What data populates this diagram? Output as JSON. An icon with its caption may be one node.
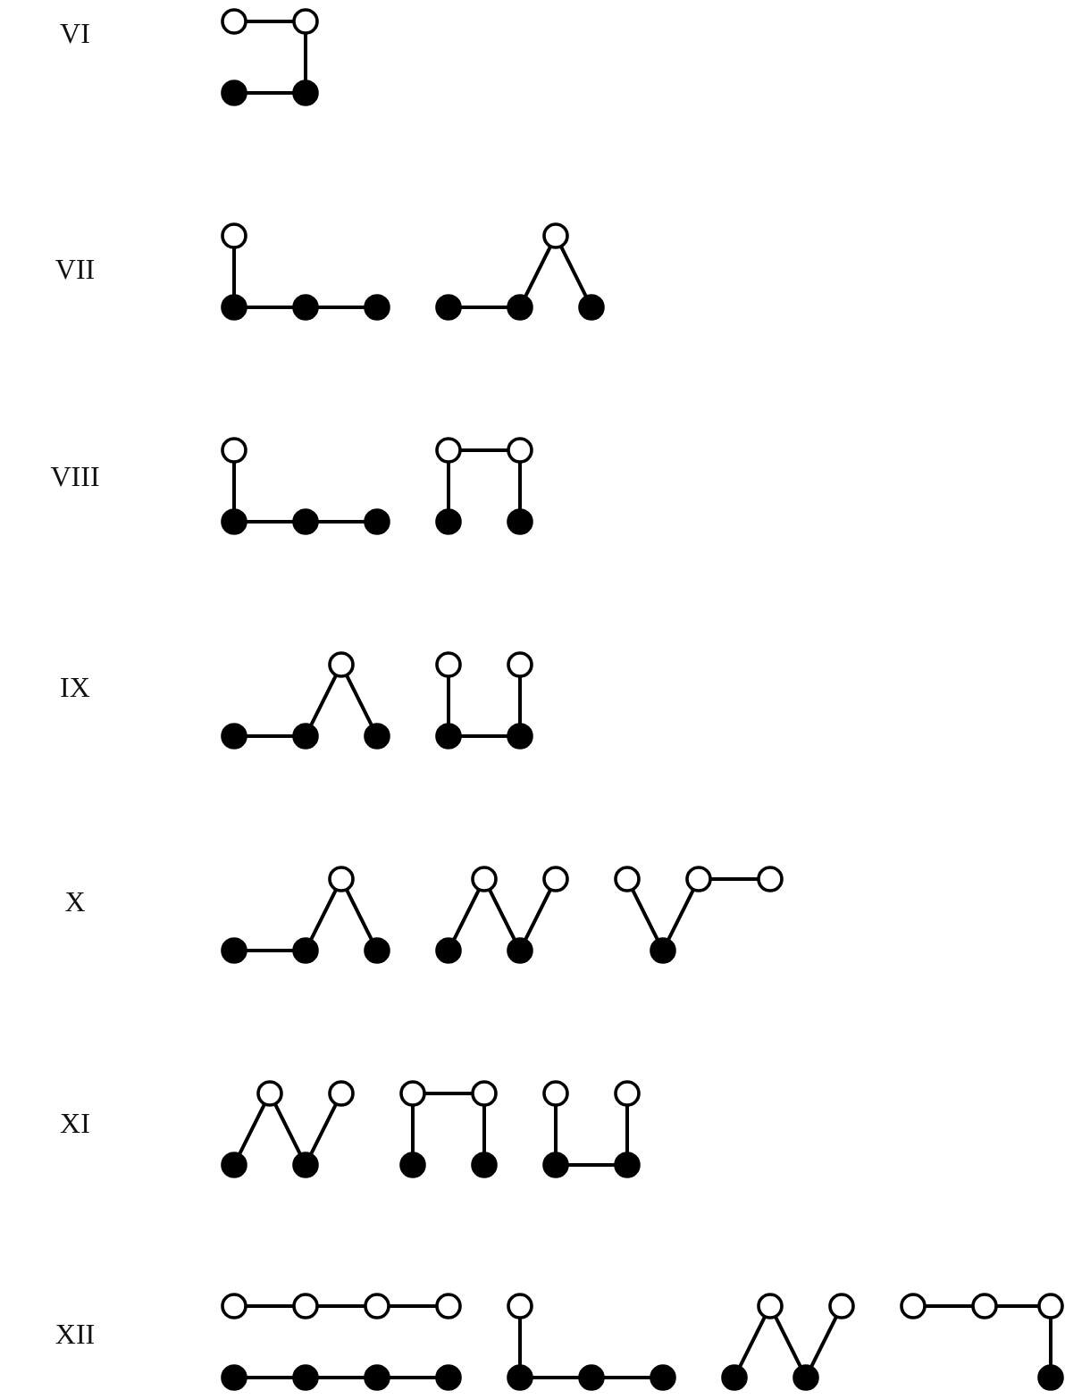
{
  "diagram": {
    "nodes": [
      {
        "text": [],
        "shape": "circle"
      },
      {
        "text": [],
        "shape": "circle"
      },
      {
        "text": [],
        "shape": "dot"
      },
      {
        "text": [],
        "shape": "dot"
      },
      {
        "text": [],
        "shape": "circle"
      },
      {
        "text": [],
        "shape": "dot"
      },
      {
        "text": [],
        "shape": "dot"
      },
      {
        "text": [],
        "shape": "dot"
      },
      {
        "text": [],
        "shape": "dot"
      },
      {
        "text": [],
        "shape": "dot"
      },
      {
        "text": [],
        "shape": "circle"
      },
      {
        "text": [],
        "shape": "dot"
      },
      {
        "text": [],
        "shape": "circle"
      },
      {
        "text": [],
        "shape": "dot"
      },
      {
        "text": [],
        "shape": "dot"
      },
      {
        "text": [],
        "shape": "dot"
      },
      {
        "text": [],
        "shape": "circle"
      },
      {
        "text": [],
        "shape": "dot"
      },
      {
        "text": [],
        "shape": "circle"
      },
      {
        "text": [],
        "shape": "dot"
      },
      {
        "text": [],
        "shape": "dot"
      },
      {
        "text": [],
        "shape": "dot"
      },
      {
        "text": [],
        "shape": "circle"
      },
      {
        "text": [],
        "shape": "dot"
      },
      {
        "text": [],
        "shape": "circle"
      },
      {
        "text": [],
        "shape": "dot"
      },
      {
        "text": [],
        "shape": "circle"
      },
      {
        "text": [],
        "shape": "dot"
      },
      {
        "text": [],
        "shape": "dot"
      },
      {
        "text": [],
        "shape": "dot"
      },
      {
        "text": [],
        "shape": "circle"
      },
      {
        "text": [],
        "shape": "dot"
      },
      {
        "text": [],
        "shape": "dot"
      },
      {
        "text": [],
        "shape": "circle"
      },
      {
        "text": [],
        "shape": "dot"
      },
      {
        "text": [],
        "shape": "circle"
      },
      {
        "text": [],
        "shape": "circle"
      },
      {
        "text": [],
        "shape": "dot"
      },
      {
        "text": [],
        "shape": "circle"
      },
      {
        "text": [],
        "shape": "circle"
      },
      {
        "text": [],
        "shape": "dot"
      },
      {
        "text": [],
        "shape": "circle"
      },
      {
        "text": [],
        "shape": "dot"
      },
      {
        "text": [],
        "shape": "circle"
      },
      {
        "text": [],
        "shape": "circle"
      },
      {
        "text": [],
        "shape": "dot"
      },
      {
        "text": [],
        "shape": "circle"
      },
      {
        "text": [],
        "shape": "dot"
      },
      {
        "text": [],
        "shape": "circle"
      },
      {
        "text": [],
        "shape": "dot"
      },
      {
        "text": [],
        "shape": "circle"
      },
      {
        "text": [],
        "shape": "dot"
      },
      {
        "text": [],
        "shape": "circle"
      },
      {
        "text": [],
        "shape": "dot"
      },
      {
        "text": [],
        "shape": "circle"
      },
      {
        "text": [],
        "shape": "dot"
      },
      {
        "text": [],
        "shape": "circle"
      },
      {
        "text": [],
        "shape": "dot"
      },
      {
        "text": [],
        "shape": "circle"
      },
      {
        "text": [],
        "shape": "dot"
      },
      {
        "text": [],
        "shape": "circle"
      },
      {
        "text": [],
        "shape": "dot"
      },
      {
        "text": [],
        "shape": "dot"
      },
      {
        "text": [],
        "shape": "dot"
      },
      {
        "text": [],
        "shape": "dot"
      },
      {
        "text": [],
        "shape": "circle"
      },
      {
        "text": [],
        "shape": "dot"
      },
      {
        "text": [],
        "shape": "circle"
      },
      {
        "text": [],
        "shape": "circle"
      },
      {
        "text": [],
        "shape": "circle"
      },
      {
        "text": [],
        "shape": "circle"
      },
      {
        "text": [],
        "shape": "dot"
      }
    ],
    "edges": [
      {
        "from": 0,
        "to": 1,
        "arrow": "none"
      },
      {
        "from": 1,
        "to": 3,
        "arrow": "none"
      },
      {
        "from": 2,
        "to": 3,
        "arrow": "none"
      },
      {
        "from": 4,
        "to": 5,
        "arrow": "none"
      },
      {
        "from": 5,
        "to": 6,
        "arrow": "none"
      },
      {
        "from": 6,
        "to": 7,
        "arrow": "none"
      },
      {
        "from": 8,
        "to": 9,
        "arrow": "none"
      },
      {
        "from": 9,
        "to": 10,
        "arrow": "none"
      },
      {
        "from": 10,
        "to": 11,
        "arrow": "none"
      },
      {
        "from": 12,
        "to": 13,
        "arrow": "none"
      },
      {
        "from": 13,
        "to": 14,
        "arrow": "none"
      },
      {
        "from": 14,
        "to": 15,
        "arrow": "none"
      },
      {
        "from": 16,
        "to": 18,
        "arrow": "none"
      },
      {
        "from": 16,
        "to": 17,
        "arrow": "none"
      },
      {
        "from": 18,
        "to": 19,
        "arrow": "none"
      },
      {
        "from": 20,
        "to": 21,
        "arrow": "none"
      },
      {
        "from": 21,
        "to": 22,
        "arrow": "none"
      },
      {
        "from": 22,
        "to": 23,
        "arrow": "none"
      },
      {
        "from": 24,
        "to": 25,
        "arrow": "none"
      },
      {
        "from": 25,
        "to": 27,
        "arrow": "none"
      },
      {
        "from": 26,
        "to": 27,
        "arrow": "none"
      },
      {
        "from": 28,
        "to": 29,
        "arrow": "none"
      },
      {
        "from": 29,
        "to": 30,
        "arrow": "none"
      },
      {
        "from": 30,
        "to": 31,
        "arrow": "none"
      },
      {
        "from": 32,
        "to": 33,
        "arrow": "none"
      },
      {
        "from": 33,
        "to": 34,
        "arrow": "none"
      },
      {
        "from": 34,
        "to": 35,
        "arrow": "none"
      },
      {
        "from": 36,
        "to": 37,
        "arrow": "none"
      },
      {
        "from": 37,
        "to": 38,
        "arrow": "none"
      },
      {
        "from": 38,
        "to": 39,
        "arrow": "none"
      },
      {
        "from": 40,
        "to": 41,
        "arrow": "none"
      },
      {
        "from": 41,
        "to": 42,
        "arrow": "none"
      },
      {
        "from": 42,
        "to": 43,
        "arrow": "none"
      },
      {
        "from": 44,
        "to": 46,
        "arrow": "none"
      },
      {
        "from": 44,
        "to": 45,
        "arrow": "none"
      },
      {
        "from": 46,
        "to": 47,
        "arrow": "none"
      },
      {
        "from": 48,
        "to": 49,
        "arrow": "none"
      },
      {
        "from": 49,
        "to": 51,
        "arrow": "none"
      },
      {
        "from": 50,
        "to": 51,
        "arrow": "none"
      },
      {
        "from": 52,
        "to": 54,
        "arrow": "none"
      },
      {
        "from": 54,
        "to": 56,
        "arrow": "none"
      },
      {
        "from": 56,
        "to": 58,
        "arrow": "none"
      },
      {
        "from": 53,
        "to": 55,
        "arrow": "none"
      },
      {
        "from": 55,
        "to": 57,
        "arrow": "none"
      },
      {
        "from": 57,
        "to": 59,
        "arrow": "none"
      },
      {
        "from": 60,
        "to": 61,
        "arrow": "none"
      },
      {
        "from": 61,
        "to": 62,
        "arrow": "none"
      },
      {
        "from": 62,
        "to": 63,
        "arrow": "none"
      },
      {
        "from": 64,
        "to": 65,
        "arrow": "none"
      },
      {
        "from": 65,
        "to": 66,
        "arrow": "none"
      },
      {
        "from": 66,
        "to": 67,
        "arrow": "none"
      },
      {
        "from": 68,
        "to": 69,
        "arrow": "none"
      },
      {
        "from": 69,
        "to": 70,
        "arrow": "none"
      },
      {
        "from": 70,
        "to": 71,
        "arrow": "none"
      }
    ],
    "labels": [
      "VI",
      "VII",
      "VIII",
      "IX",
      "X",
      "XI",
      "XII"
    ]
  }
}
